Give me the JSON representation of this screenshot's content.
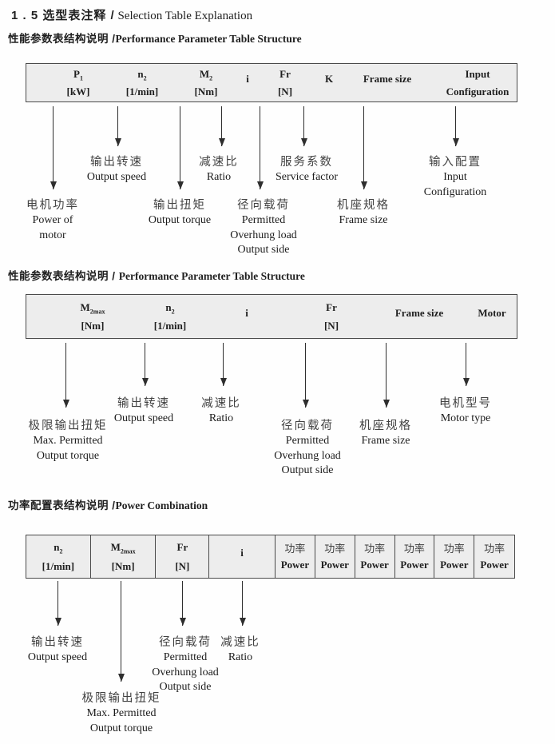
{
  "colors": {
    "table_fill": "#ededed",
    "table_border": "#4a4a4a",
    "ink": "#1f1f1f",
    "arrow": "#2e2e2e"
  },
  "page_title": {
    "zh": "1 . 5 选型表注释 /",
    "en": " Selection Table Explanation"
  },
  "sections": [
    {
      "heading_zh": "性能参数表结构说明 /",
      "heading_en": "Performance Parameter Table Structure",
      "columns": [
        {
          "base": "P",
          "sub": "1",
          "unit": "[kW]"
        },
        {
          "base": "n",
          "sub": "2",
          "unit": "[1/min]"
        },
        {
          "base": "M",
          "sub": "2",
          "unit": "[Nm]"
        },
        {
          "base": "i",
          "sub": "",
          "unit": ""
        },
        {
          "base": "Fr",
          "sub": "",
          "unit": "[N]"
        },
        {
          "base": "K",
          "sub": "",
          "unit": ""
        },
        {
          "base": "Frame size",
          "sub": "",
          "unit": ""
        },
        {
          "base": "Input",
          "sub": "",
          "unit": "Configuration"
        }
      ],
      "labels": [
        {
          "zh": "电机功率",
          "en": "Power of\nmotor"
        },
        {
          "zh": "输出转速",
          "en": "Output speed"
        },
        {
          "zh": "输出扭矩",
          "en": "Output torque"
        },
        {
          "zh": "减速比",
          "en": "Ratio"
        },
        {
          "zh": "径向载荷",
          "en": "Permitted\nOverhung load\nOutput side"
        },
        {
          "zh": "服务系数",
          "en": "Service factor"
        },
        {
          "zh": "机座规格",
          "en": "Frame size"
        },
        {
          "zh": "输入配置",
          "en": "Input\nConfiguration"
        }
      ]
    },
    {
      "heading_zh": "性能参数表结构说明 / ",
      "heading_en": "Performance Parameter Table Structure",
      "columns": [
        {
          "base": "M",
          "sub": "2max",
          "unit": "[Nm]"
        },
        {
          "base": "n",
          "sub": "2",
          "unit": "[1/min]"
        },
        {
          "base": "i",
          "sub": "",
          "unit": ""
        },
        {
          "base": "Fr",
          "sub": "",
          "unit": "[N]"
        },
        {
          "base": "Frame size",
          "sub": "",
          "unit": ""
        },
        {
          "base": "Motor",
          "sub": "",
          "unit": ""
        }
      ],
      "labels": [
        {
          "zh": "极限输出扭矩",
          "en": "Max. Permitted\nOutput  torque"
        },
        {
          "zh": "输出转速",
          "en": "Output speed"
        },
        {
          "zh": "减速比",
          "en": "Ratio"
        },
        {
          "zh": "径向载荷",
          "en": "Permitted\nOverhung load\nOutput side"
        },
        {
          "zh": "机座规格",
          "en": "Frame size"
        },
        {
          "zh": "电机型号",
          "en": "Motor type"
        }
      ]
    },
    {
      "heading_zh": "功率配置表结构说明 /",
      "heading_en": "Power Combination",
      "columns": [
        {
          "base": "n",
          "sub": "2",
          "unit": "[1/min]"
        },
        {
          "base": "M",
          "sub": "2max",
          "unit": "[Nm]"
        },
        {
          "base": "Fr",
          "sub": "",
          "unit": "[N]"
        },
        {
          "base": "i",
          "sub": "",
          "unit": ""
        },
        {
          "zh": "功率",
          "en": "Power"
        },
        {
          "zh": "功率",
          "en": "Power"
        },
        {
          "zh": "功率",
          "en": "Power"
        },
        {
          "zh": "功率",
          "en": "Power"
        },
        {
          "zh": "功率",
          "en": "Power"
        },
        {
          "zh": "功率",
          "en": "Power"
        }
      ],
      "labels": [
        {
          "zh": "输出转速",
          "en": "Output speed"
        },
        {
          "zh": "极限输出扭矩",
          "en": "Max. Permitted\nOutput  torque"
        },
        {
          "zh": "径向载荷",
          "en": "Permitted\nOverhung load\nOutput side"
        },
        {
          "zh": "减速比",
          "en": "Ratio"
        }
      ]
    }
  ]
}
